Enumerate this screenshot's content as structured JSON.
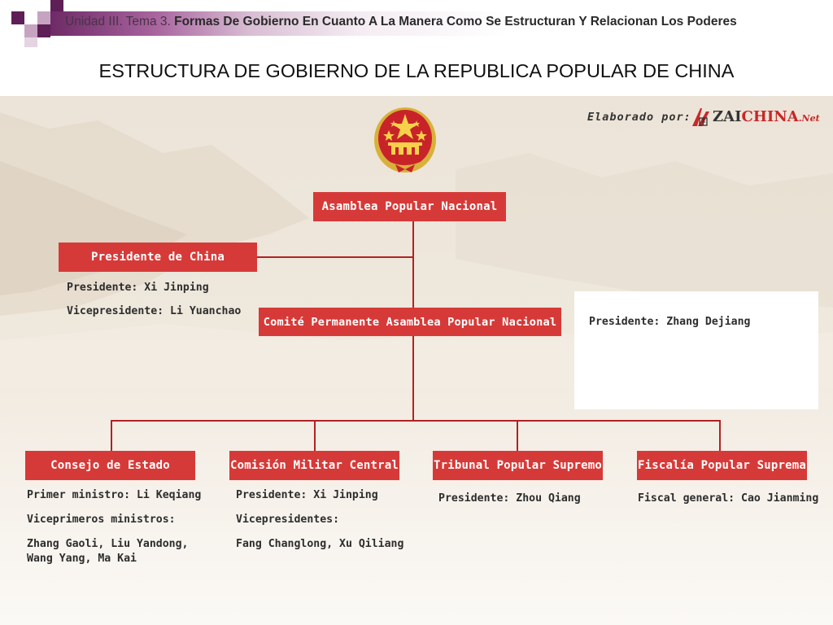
{
  "header": {
    "prefix": "Unidad III. Tema 3.",
    "text": "Formas De Gobierno En Cuanto A La Manera Como Se Estructuran Y Relacionan Los Poderes"
  },
  "slide_title": "ESTRUCTURA DE GOBIERNO DE LA REPUBLICA POPULAR DE CHINA",
  "credit": {
    "label": "Elaborado por:",
    "brand_part1": "ZAI",
    "brand_part2": "CHINA",
    "brand_suffix": ".Net"
  },
  "colors": {
    "box": "#d63a38",
    "line": "#b22222",
    "header_accent": "#6d2a66"
  },
  "nodes": {
    "asamblea": {
      "label": "Asamblea Popular Nacional"
    },
    "presidente_china": {
      "label": "Presidente de China",
      "details": [
        "Presidente: Xi Jinping",
        "Vicepresidente: Li Yuanchao"
      ]
    },
    "comite": {
      "label": "Comité Permanente Asamblea Popular Nacional",
      "details": [
        "Presidente: Zhang Dejiang"
      ]
    },
    "consejo": {
      "label": "Consejo de Estado",
      "details": [
        "Primer ministro: Li Keqiang",
        "Viceprimeros ministros:",
        "Zhang Gaoli, Liu Yandong,",
        "Wang Yang, Ma Kai"
      ]
    },
    "comision": {
      "label": "Comisión Militar Central",
      "details": [
        "Presidente: Xi Jinping",
        "Vicepresidentes:",
        "Fang Changlong, Xu Qiliang"
      ]
    },
    "tribunal": {
      "label": "Tribunal Popular Supremo",
      "details": [
        "Presidente: Zhou Qiang"
      ]
    },
    "fiscalia": {
      "label": "Fiscalía Popular Suprema",
      "details": [
        "Fiscal general: Cao Jianming"
      ]
    }
  }
}
